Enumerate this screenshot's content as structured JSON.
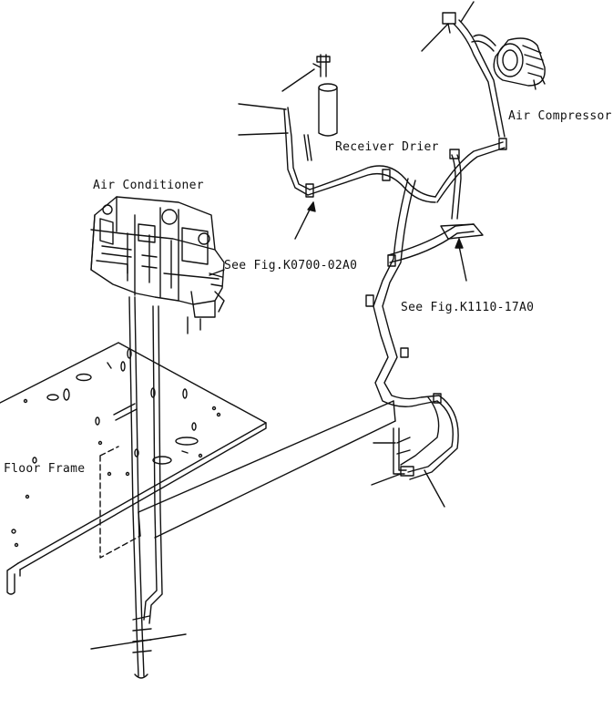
{
  "labels": {
    "air_compressor": "Air Compressor",
    "receiver_drier": "Receiver Drier",
    "air_conditioner": "Air Conditioner",
    "see_fig_1": "See Fig.K0700-02A0",
    "see_fig_2": "See Fig.K1110-17A0",
    "floor_frame": "Floor Frame"
  },
  "colors": {
    "line": "#111111",
    "background": "#ffffff"
  }
}
